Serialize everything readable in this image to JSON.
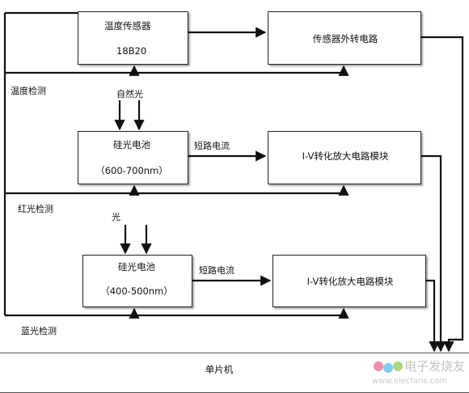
{
  "temp_sensor": {
    "title": "温度传感器",
    "model": "18B20"
  },
  "sensor_circuit": {
    "label": "传感器外转电路"
  },
  "temp_detect_label": "温度检测",
  "natural_light_label": "自然光",
  "red_cell": {
    "title": "硅光电池",
    "range": "（600-700nm）"
  },
  "red_current_label": "短路电流",
  "red_amp": {
    "label": "I-V转化放大电路模块"
  },
  "red_detect_label": "红光检测",
  "light_label": "光",
  "blue_cell": {
    "title": "硅光电池",
    "range": "（400-500nm）"
  },
  "blue_current_label": "短路电流",
  "blue_amp": {
    "label": "I-V转化放大电路模块"
  },
  "blue_detect_label": "蓝光检测",
  "mcu": {
    "label": "单片机"
  },
  "watermark": {
    "text": "电子发烧友",
    "url": "www.elecfans.com"
  }
}
